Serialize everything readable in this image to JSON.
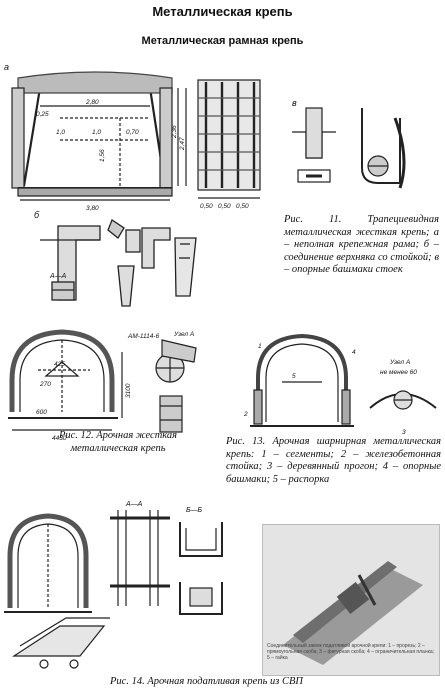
{
  "header": {
    "title": "Металлическая крепь",
    "subtitle": "Металлическая рамная крепь"
  },
  "fig11": {
    "label_a": "а",
    "label_b": "б",
    "label_v": "в",
    "dims": [
      "2,80",
      "0,25",
      "1,0",
      "1,0",
      "0,70",
      "1,56",
      "2,36",
      "2,47",
      "3,80",
      "0,50",
      "0,50",
      "0,50"
    ],
    "section": "A—A",
    "caption_num": "11",
    "caption": "Рис. 11. Трапециевидная металлическая жесткая крепь; а – неполная крепежная рама; б – соединение верхняка со стойкой; в – опорные башмаки стоек"
  },
  "fig12": {
    "dims": [
      "425",
      "270",
      "600",
      "4430",
      "3100"
    ],
    "node_label": "Узел А",
    "profile": "АМ-1114-6",
    "caption_num": "12",
    "caption": "Рис. 12. Арочная жесткая металлическая крепь"
  },
  "fig13": {
    "node_label": "Узел А",
    "min_label": "не менее 60",
    "numbers": [
      "1",
      "2",
      "3",
      "4",
      "5"
    ],
    "caption_num": "13",
    "caption": "Рис. 13. Арочная шарнирная металлическая крепь: 1 – сегменты; 2 – железобетонная стойка; 3 – деревянный прогон; 4 – опорные башмаки; 5 – распорка"
  },
  "fig14": {
    "sections": [
      "А—А",
      "Б—Б"
    ],
    "photo_caption": "Соединительный замок податливой арочной крепи: 1 – прорезь; 2 – прямоугольная скоба; 3 – фигурная скоба; 4 – ограничительная планка; 5 – гайка",
    "caption_num": "14",
    "caption": "Рис. 14. Арочная податливая крепь из СВП"
  }
}
